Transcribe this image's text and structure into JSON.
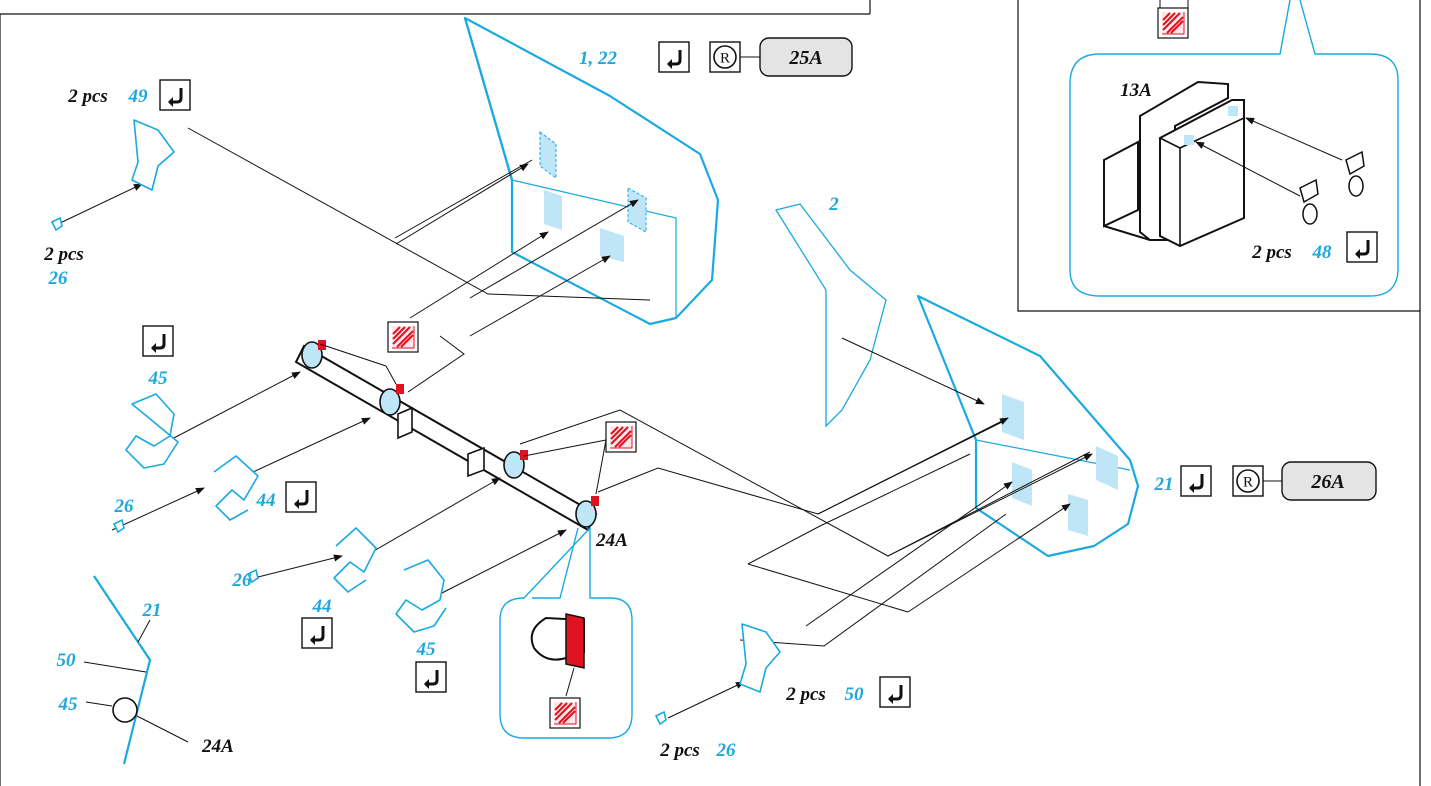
{
  "colors": {
    "part_blue": "#1fa7dc",
    "clear_blue": "#bfe6f7",
    "paint_red": "#e0121f",
    "label_black": "#111111",
    "pill_gray": "#e4e4e4"
  },
  "icons": [
    "glue-arrow-icon",
    "registered-r-icon",
    "paint-swatch-icon"
  ],
  "labels": {
    "l_1_22": "1, 22",
    "l_25A": "25A",
    "l_2pcs_a": "2 pcs",
    "l_49": "49",
    "l_2pcs_b": "2 pcs",
    "l_26_a": "26",
    "l_2": "2",
    "l_13A": "13A",
    "l_2pcs_c": "2 pcs",
    "l_48": "48",
    "l_45_a": "45",
    "l_26_b": "26",
    "l_44_a": "44",
    "l_26_c": "26",
    "l_44_b": "44",
    "l_45_b": "45",
    "l_24A_a": "24A",
    "l_21_a": "21",
    "l_26A": "26A",
    "l_2pcs_d": "2 pcs",
    "l_50_a": "50",
    "l_2pcs_e": "2 pcs",
    "l_26_d": "26",
    "l_21_b": "21",
    "l_50_b": "50",
    "l_45_c": "45",
    "l_24A_b": "24A",
    "registered_mark": "R"
  }
}
